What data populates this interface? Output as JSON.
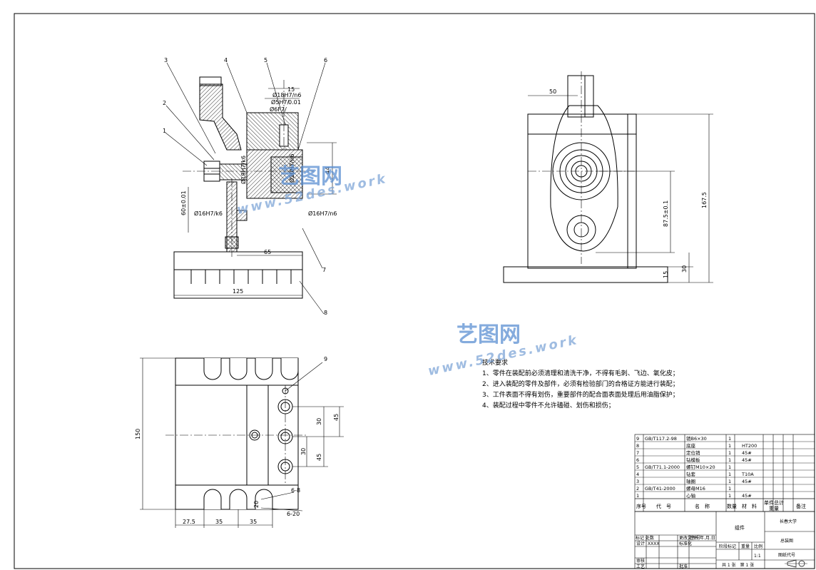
{
  "callouts": [
    "1",
    "2",
    "3",
    "4",
    "5",
    "6",
    "7",
    "8",
    "9"
  ],
  "dims_front": {
    "d15": "15",
    "fit_top1": "Ø18H7/n6",
    "fit_top2": "Ø5H7/",
    "d0_01": "0.01",
    "fit_inner": "Ø6F7/",
    "fit_left": "Ø19H7/k6",
    "fit_right": "Ø20H7/n6",
    "d44": "44",
    "d60": "60±0.01",
    "fit_bl": "Ø16H7/k6",
    "fit_br": "Ø16H7/n6",
    "d65": "65",
    "d125": "125"
  },
  "dims_side": {
    "d50": "50",
    "d87": "87.5±0.1",
    "d167": "167.5",
    "d30": "30",
    "d15": "15"
  },
  "dims_top": {
    "d150": "150",
    "d45a": "45",
    "d30a": "30",
    "d30b": "30",
    "d45b": "45",
    "d20": "20",
    "d6_8": "6-8",
    "d6_20": "6-20",
    "d27": "27.5",
    "d35a": "35",
    "d35b": "35"
  },
  "tech": {
    "title": "技术要求",
    "items": [
      "1、零件在装配前必须清理和清洗干净，不得有毛刺、飞边、氧化皮；",
      "2、进入装配的零件及部件，必须有检验部门的合格证方能进行装配；",
      "3、工件表面不得有划伤，重要部件的配合面表面处理后用油脂保护；",
      "4、装配过程中零件不允许磕碰、划伤和损伤；"
    ]
  },
  "bom": {
    "rows": [
      {
        "no": "9",
        "code": "GB/T117.2-98",
        "name": "销B6×30",
        "qty": "1",
        "mat": ""
      },
      {
        "no": "8",
        "code": "",
        "name": "底座",
        "qty": "1",
        "mat": "HT200"
      },
      {
        "no": "7",
        "code": "",
        "name": "定位销",
        "qty": "1",
        "mat": "45#"
      },
      {
        "no": "6",
        "code": "",
        "name": "钻模板",
        "qty": "1",
        "mat": "45#"
      },
      {
        "no": "5",
        "code": "GB/T71.1-2000",
        "name": "螺钉M10×20",
        "qty": "1",
        "mat": ""
      },
      {
        "no": "4",
        "code": "",
        "name": "钻套",
        "qty": "1",
        "mat": "T10A"
      },
      {
        "no": "3",
        "code": "",
        "name": "轴圈",
        "qty": "1",
        "mat": "45#"
      },
      {
        "no": "2",
        "code": "GB/T41-2000",
        "name": "螺母M16",
        "qty": "1",
        "mat": ""
      },
      {
        "no": "1",
        "code": "",
        "name": "心轴",
        "qty": "1",
        "mat": "45#"
      }
    ],
    "header": {
      "no": "序号",
      "code": "代　号",
      "name": "名　称",
      "qty": "数量",
      "mat": "材　料",
      "unit_wt": "单件",
      "total_wt": "总计",
      "weight": "重量",
      "remark": "备注"
    }
  },
  "titleblock": {
    "school": "长春大学",
    "part": "组件",
    "drawing": "总装图",
    "scale_label": "比例",
    "scale": "1:1",
    "stage": "阶段标记",
    "weight": "重量",
    "number": "图纸代号",
    "sheet": "共 1 张　第 1 张",
    "design": "设计",
    "design_name": "XXXX",
    "std": "标准化",
    "check": "审核",
    "craft": "工艺",
    "approve": "批准",
    "marks": "标记 处数",
    "sign": "签名 年.月.日",
    "change": "更改文件号"
  },
  "watermark": {
    "cn": "艺图网",
    "en": "www.52des.work"
  }
}
